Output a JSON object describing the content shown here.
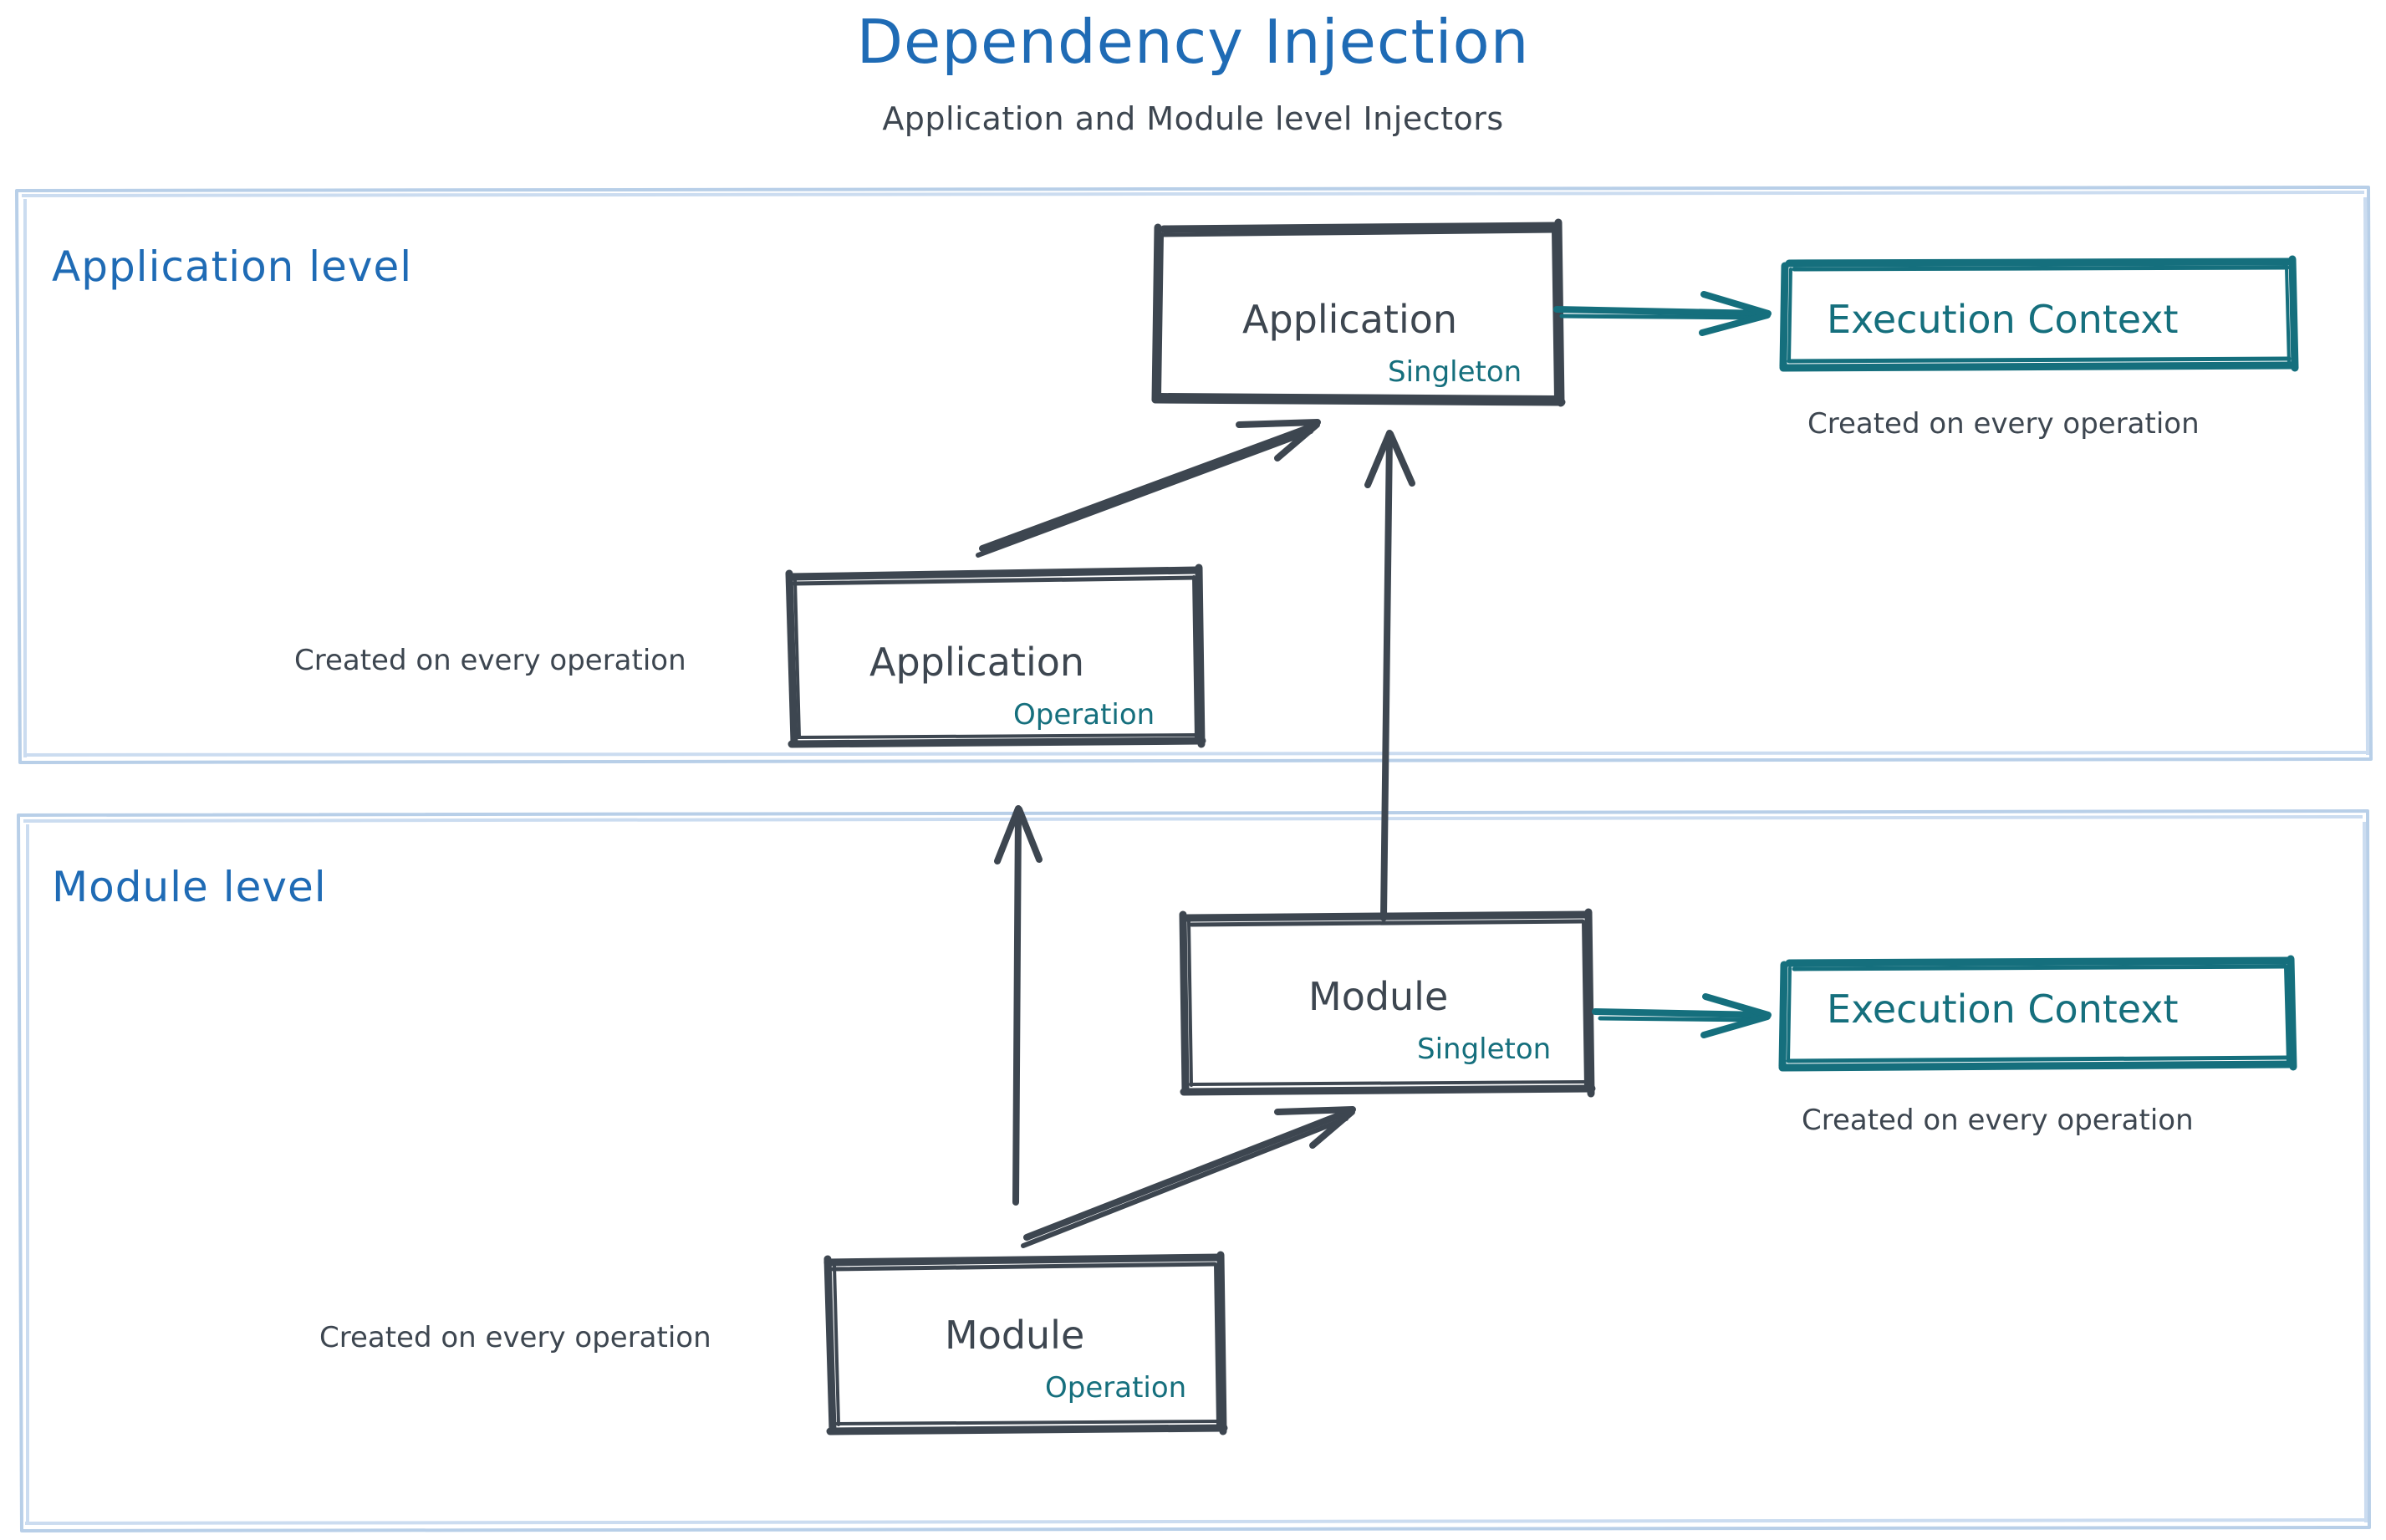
{
  "header": {
    "title": "Dependency Injection",
    "subtitle": "Application and Module level Injectors"
  },
  "colors": {
    "title_blue": "#1f6bb5",
    "level_blue": "#1f6bb5",
    "container_border": "#b8cfe8",
    "node_stroke": "#3d4650",
    "node_text": "#3d4650",
    "scope_teal": "#156f7d",
    "arrow_dark": "#3d4650",
    "arrow_teal": "#156f7d",
    "background": "#ffffff"
  },
  "containers": [
    {
      "id": "application-level",
      "label": "Application level",
      "nodes": [
        {
          "id": "application-singleton",
          "title": "Application",
          "scope": "Singleton",
          "style": "dark-box"
        },
        {
          "id": "application-execution-context",
          "title": "Execution Context",
          "style": "teal-box",
          "caption": "Created on every operation"
        },
        {
          "id": "application-operation",
          "title": "Application",
          "scope": "Operation",
          "style": "dark-box",
          "caption": "Created on every operation"
        }
      ]
    },
    {
      "id": "module-level",
      "label": "Module level",
      "nodes": [
        {
          "id": "module-singleton",
          "title": "Module",
          "scope": "Singleton",
          "style": "dark-box"
        },
        {
          "id": "module-execution-context",
          "title": "Execution Context",
          "style": "teal-box",
          "caption": "Created on every operation"
        },
        {
          "id": "module-operation",
          "title": "Module",
          "scope": "Operation",
          "style": "dark-box",
          "caption": "Created on every operation"
        }
      ]
    }
  ],
  "edges": [
    {
      "id": "app-singleton-to-app-execution-context",
      "from": "application-singleton",
      "to": "application-execution-context",
      "color": "teal",
      "direction": "right"
    },
    {
      "id": "app-operation-to-app-singleton",
      "from": "application-operation",
      "to": "application-singleton",
      "color": "dark",
      "direction": "diagonal-up-right"
    },
    {
      "id": "module-singleton-to-app-singleton",
      "from": "module-singleton",
      "to": "application-singleton",
      "color": "dark",
      "direction": "up"
    },
    {
      "id": "module-operation-to-app-operation",
      "from": "module-operation",
      "to": "application-operation",
      "color": "dark",
      "direction": "up"
    },
    {
      "id": "module-singleton-to-module-execution-context",
      "from": "module-singleton",
      "to": "module-execution-context",
      "color": "teal",
      "direction": "right"
    },
    {
      "id": "module-operation-to-module-singleton",
      "from": "module-operation",
      "to": "module-singleton",
      "color": "dark",
      "direction": "diagonal-up-right"
    }
  ],
  "labels": {
    "application_level": "Application level",
    "module_level": "Module level",
    "application": "Application",
    "module": "Module",
    "singleton": "Singleton",
    "operation": "Operation",
    "execution_context": "Execution Context",
    "created_on_every_operation": "Created on every operation"
  }
}
